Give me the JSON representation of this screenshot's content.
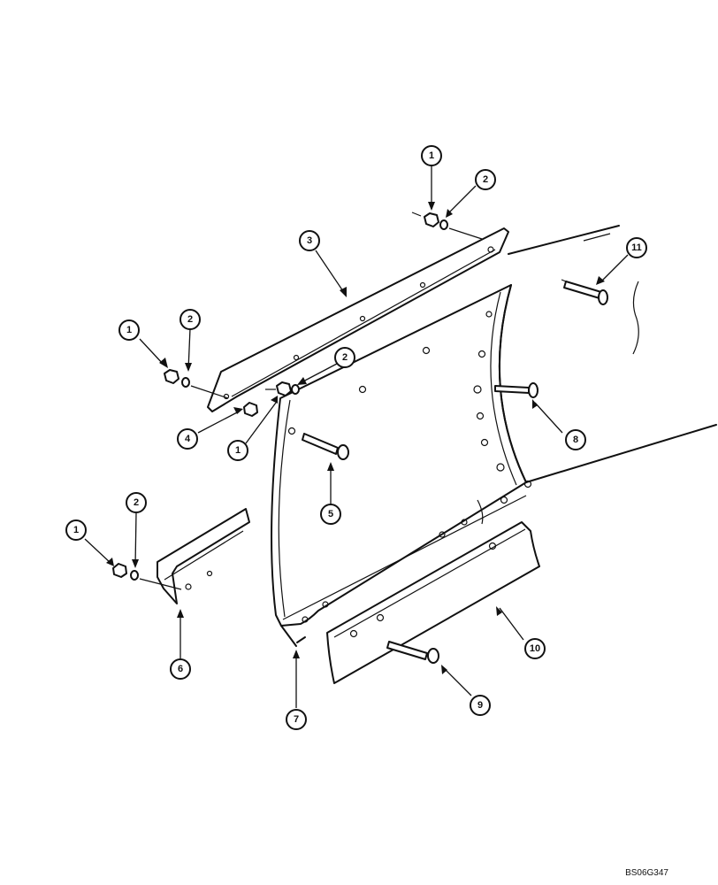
{
  "diagram": {
    "type": "exploded-parts-view",
    "reference_code": "BS06G347",
    "callouts": [
      {
        "id": "c1a",
        "number": "1"
      },
      {
        "id": "c2a",
        "number": "2"
      },
      {
        "id": "c3",
        "number": "3"
      },
      {
        "id": "c11",
        "number": "11"
      },
      {
        "id": "c1b",
        "number": "1"
      },
      {
        "id": "c2b",
        "number": "2"
      },
      {
        "id": "c2c",
        "number": "2"
      },
      {
        "id": "c4",
        "number": "4"
      },
      {
        "id": "c1c",
        "number": "1"
      },
      {
        "id": "c8",
        "number": "8"
      },
      {
        "id": "c5",
        "number": "5"
      },
      {
        "id": "c2d",
        "number": "2"
      },
      {
        "id": "c1d",
        "number": "1"
      },
      {
        "id": "c6",
        "number": "6"
      },
      {
        "id": "c7",
        "number": "7"
      },
      {
        "id": "c10",
        "number": "10"
      },
      {
        "id": "c9",
        "number": "9"
      }
    ]
  }
}
